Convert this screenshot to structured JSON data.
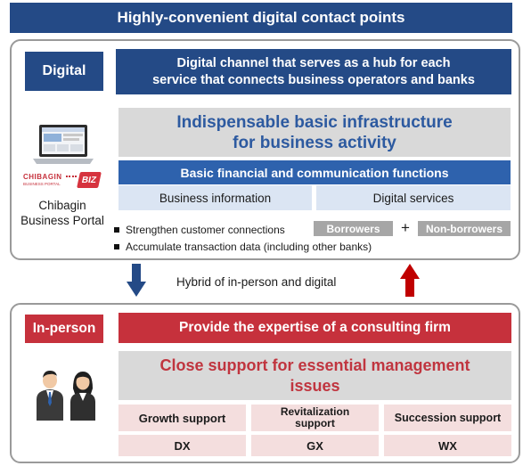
{
  "header": {
    "title": "Highly-convenient digital contact points"
  },
  "digital": {
    "label": "Digital",
    "channel_line1": "Digital channel that serves as a hub for each",
    "channel_line2": "service that connects business operators and banks",
    "infra_line1": "Indispensable basic infrastructure",
    "infra_line2": "for business activity",
    "functions": "Basic financial and communication functions",
    "business_info": "Business information",
    "digital_services": "Digital services",
    "portal_logo_text": "CHIBAGIN",
    "portal_logo_sub": "BUSINESS PORTAL",
    "portal_logo_biz": "BIZ",
    "portal_name_line1": "Chibagin",
    "portal_name_line2": "Business Portal",
    "bullets": [
      "Strengthen customer connections",
      "Accumulate transaction data (including other banks)"
    ],
    "borrowers": "Borrowers",
    "plus": "+",
    "non_borrowers": "Non-borrowers"
  },
  "hybrid": {
    "text": "Hybrid of in-person and digital"
  },
  "in_person": {
    "label": "In-person",
    "expertise": "Provide the expertise of a consulting firm",
    "close_line1": "Close support for essential management",
    "close_line2": "issues",
    "supports": [
      {
        "name": "Growth support",
        "code": "DX"
      },
      {
        "name_line1": "Revitalization",
        "name_line2": "support",
        "code": "GX"
      },
      {
        "name": "Succession support",
        "code": "WX"
      }
    ]
  },
  "colors": {
    "navy": "#244a86",
    "blue": "#2e62ad",
    "red": "#c6313c",
    "close_support_text": "#c0353f",
    "infra_text": "#2d5aa0"
  }
}
